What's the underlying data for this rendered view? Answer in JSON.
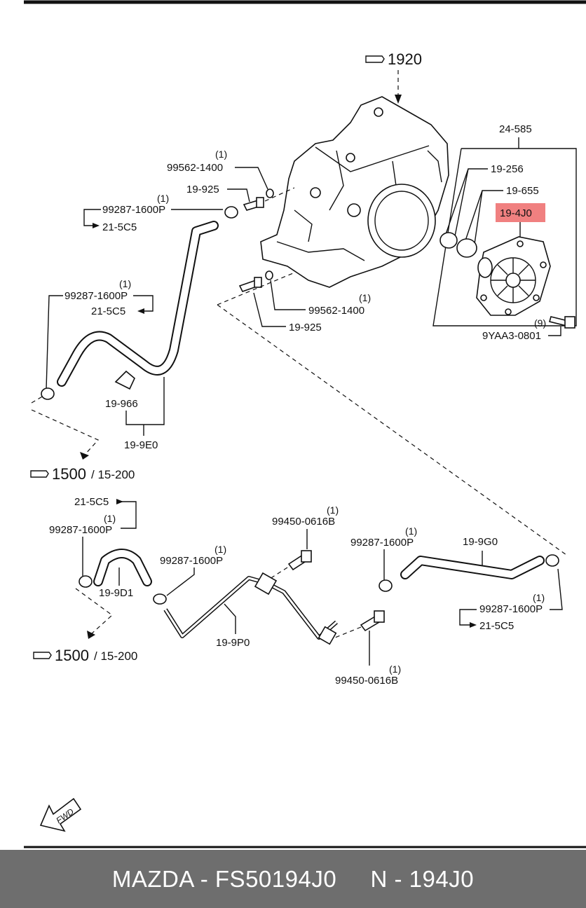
{
  "reference_callouts": {
    "top": "1920",
    "mid_left_main": "1500",
    "mid_left_sub": "/ 15-200",
    "bottom_left_main": "1500",
    "bottom_left_sub": "/ 15-200"
  },
  "labels": {
    "l_24_585": "24-585",
    "l_19_256": "19-256",
    "l_19_655": "19-655",
    "l_19_4j0": "19-4J0",
    "l_9yaa3_qty": "(9)",
    "l_9yaa3": "9YAA3-0801",
    "l_99562_top_qty": "(1)",
    "l_99562_top": "99562-1400",
    "l_19_925_top": "19-925",
    "l_99287_a_qty": "(1)",
    "l_99287_a": "99287-1600P",
    "l_21_5c5_a": "21-5C5",
    "l_99287_b_qty": "(1)",
    "l_99287_b": "99287-1600P",
    "l_21_5c5_b": "21-5C5",
    "l_99562_mid_qty": "(1)",
    "l_99562_mid": "99562-1400",
    "l_19_925_mid": "19-925",
    "l_19_966": "19-966",
    "l_19_9e0": "19-9E0",
    "l_21_5c5_c": "21-5C5",
    "l_99287_c_qty": "(1)",
    "l_99287_c": "99287-1600P",
    "l_99450_top_qty": "(1)",
    "l_99450_top": "99450-0616B",
    "l_99287_d_qty": "(1)",
    "l_99287_d": "99287-1600P",
    "l_99287_e_qty": "(1)",
    "l_99287_e": "99287-1600P",
    "l_19_9g0": "19-9G0",
    "l_19_9d1": "19-9D1",
    "l_19_9p0": "19-9P0",
    "l_99287_f_qty": "(1)",
    "l_99287_f": "99287-1600P",
    "l_21_5c5_d": "21-5C5",
    "l_99450_bot_qty": "(1)",
    "l_99450_bot": "99450-0616B",
    "fwd": "FWD"
  },
  "highlight_color": "#f08080",
  "footer": {
    "text": "MAZDA - FS50194J0     N - 194J0",
    "background": "#6e6e6e"
  }
}
